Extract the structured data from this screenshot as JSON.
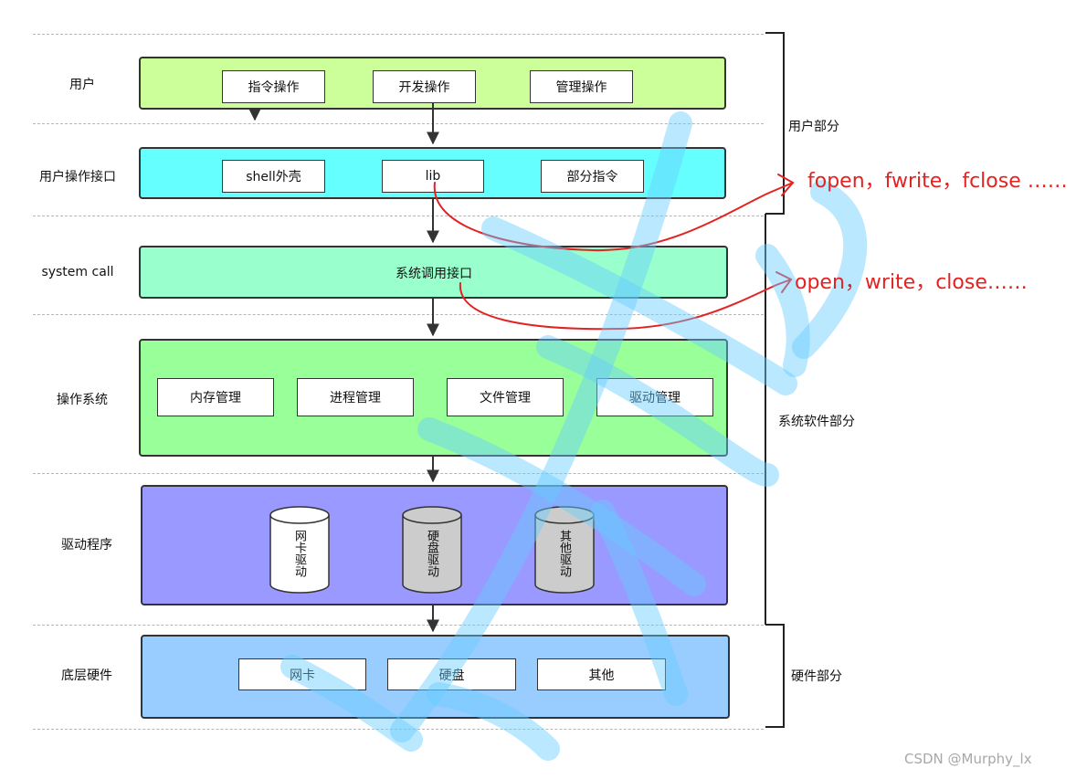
{
  "layers": [
    {
      "label": "用户",
      "items": [
        "指令操作",
        "开发操作",
        "管理操作"
      ]
    },
    {
      "label": "用户操作接口",
      "items": [
        "shell外壳",
        "lib",
        "部分指令"
      ]
    },
    {
      "label": "system call",
      "items": [
        "系统调用接口"
      ]
    },
    {
      "label": "操作系统",
      "items": [
        "内存管理",
        "进程管理",
        "文件管理",
        "驱动管理"
      ]
    },
    {
      "label": "驱动程序",
      "items": [
        "网卡驱动",
        "硬盘驱动",
        "其他驱动"
      ]
    },
    {
      "label": "底层硬件",
      "items": [
        "网卡",
        "硬盘",
        "其他"
      ]
    }
  ],
  "groups": [
    "用户部分",
    "系统软件部分",
    "硬件部分"
  ],
  "annotations": {
    "lib_calls": "fopen，fwrite，fclose ……",
    "syscalls": "open，write，close……"
  },
  "colors": {
    "user": "#ccff99",
    "interface": "#66ffff",
    "syscall": "#99ffcc",
    "os": "#99ff99",
    "driver": "#9999ff",
    "hardware": "#99ccff",
    "annotation": "#e32222"
  },
  "watermark": "CSDN @Murphy_lx"
}
